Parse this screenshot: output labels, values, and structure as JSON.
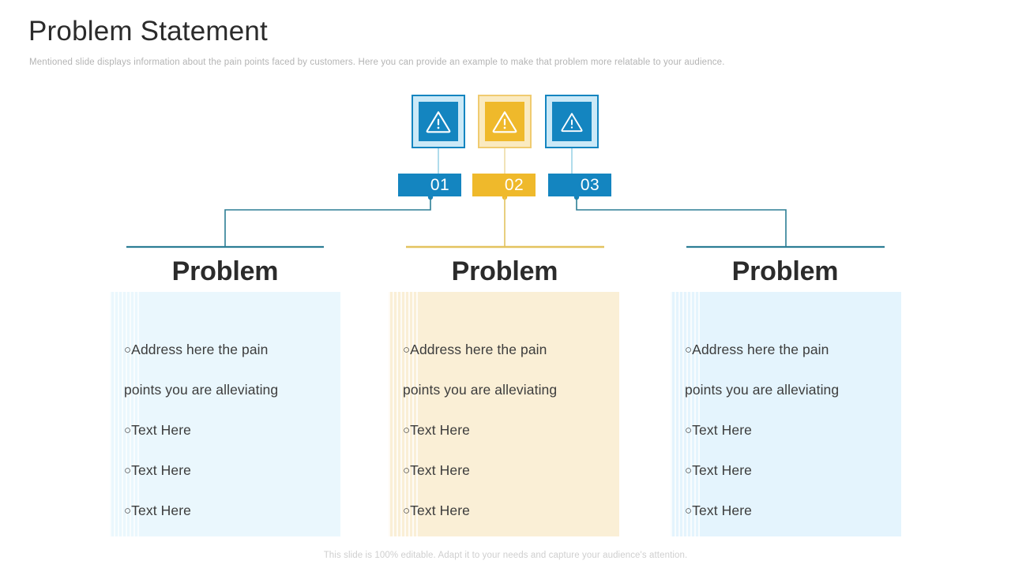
{
  "header": {
    "title": "Problem Statement",
    "subtitle": "Mentioned slide displays information about the pain points faced by customers. Here  you can provide an example to make that problem more relatable to your audience."
  },
  "colors": {
    "blue": "#1485C0",
    "blue_light_ring": "#CBE9F7",
    "yellow": "#EFB92B",
    "yellow_light_ring": "#FAEAC0",
    "yellow_border": "#F0CB70",
    "panel_blue": "#EAF7FD",
    "panel_blue_alt": "#E4F4FD",
    "panel_cream": "#FAEFD6",
    "connector_blue": "#2D7E95",
    "connector_yellow": "#E3C35F",
    "heading_text": "#2b2b2b",
    "body_text": "#3c3c3c",
    "muted_text": "#b4b4b4"
  },
  "steps": [
    {
      "number": "01",
      "accent": "blue",
      "icon": "warning-triangle-icon",
      "heading": "Problem",
      "bullets": [
        {
          "bullet": "○",
          "text": "Address here the pain"
        },
        {
          "bullet": "",
          "text": "points you are alleviating"
        },
        {
          "bullet": "○",
          "text": "Text Here"
        },
        {
          "bullet": "○",
          "text": "Text Here"
        },
        {
          "bullet": "○",
          "text": "Text Here"
        }
      ]
    },
    {
      "number": "02",
      "accent": "yellow",
      "icon": "warning-triangle-icon",
      "heading": "Problem",
      "bullets": [
        {
          "bullet": "○",
          "text": "Address here the pain"
        },
        {
          "bullet": "",
          "text": "points you are alleviating"
        },
        {
          "bullet": "○",
          "text": "Text Here"
        },
        {
          "bullet": "○",
          "text": "Text Here"
        },
        {
          "bullet": "○",
          "text": "Text Here"
        }
      ]
    },
    {
      "number": "03",
      "accent": "blue",
      "icon": "warning-triangle-icon",
      "heading": "Problem",
      "bullets": [
        {
          "bullet": "○",
          "text": "Address here the pain"
        },
        {
          "bullet": "",
          "text": "points you are alleviating"
        },
        {
          "bullet": "○",
          "text": "Text Here"
        },
        {
          "bullet": "○",
          "text": "Text Here"
        },
        {
          "bullet": "○",
          "text": "Text Here"
        }
      ]
    }
  ],
  "footer": {
    "note": "This slide is 100% editable. Adapt it to your needs and capture your audience's attention."
  }
}
